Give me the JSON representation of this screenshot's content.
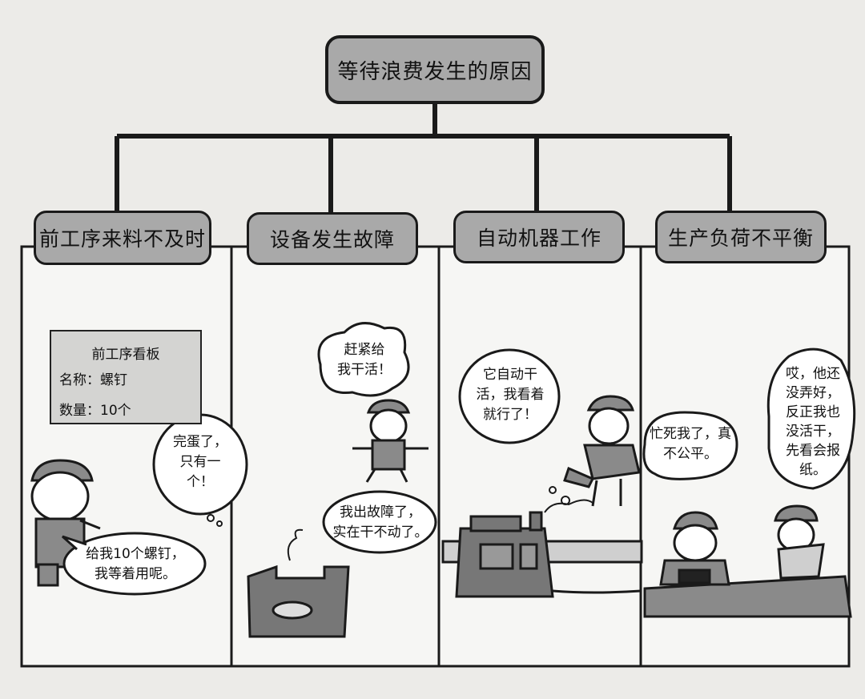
{
  "title": "等待浪费发生的原因",
  "causes": [
    {
      "label": "前工序来料不及时"
    },
    {
      "label": "设备发生故障"
    },
    {
      "label": "自动机器工作"
    },
    {
      "label": "生产负荷不平衡"
    }
  ],
  "panel1": {
    "board_title": "前工序看板",
    "board_name": "名称：螺钉",
    "board_qty": "数量：10个",
    "bubble_worried": [
      "完蛋了，",
      "只有一",
      "个！"
    ],
    "bubble_request": [
      "给我10个螺钉，",
      "我等着用呢。"
    ]
  },
  "panel2": {
    "bubble_hurry": [
      "赶紧给",
      "我干活！"
    ],
    "bubble_machine": [
      "我出故障了，",
      "实在干不动了。"
    ]
  },
  "panel3": {
    "bubble_relax": [
      "它自动干",
      "活，我看着",
      "就行了！"
    ]
  },
  "panel4": {
    "bubble_busy": [
      "忙死我了，真",
      "不公平。"
    ],
    "bubble_idle": [
      "哎，他还",
      "没弄好，",
      "反正我也",
      "没活干，",
      "先看会报",
      "纸。"
    ]
  }
}
